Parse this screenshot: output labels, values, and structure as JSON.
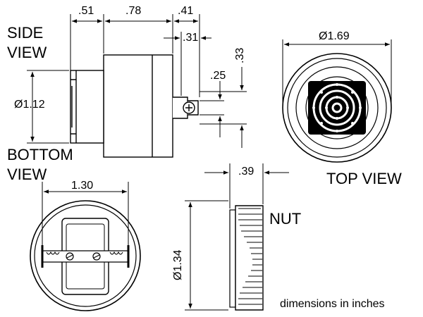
{
  "views": {
    "side": "SIDE\nVIEW",
    "side_l1": "SIDE",
    "side_l2": "VIEW",
    "bottom_l1": "BOTTOM",
    "bottom_l2": "VIEW",
    "top": "TOP VIEW",
    "nut": "NUT"
  },
  "dimensions": {
    "d51": ".51",
    "d78": ".78",
    "d41": ".41",
    "d31": ".31",
    "d33": ".33",
    "d25": ".25",
    "dia112": "Ø1.12",
    "dia169": "Ø1.69",
    "d130": "1.30",
    "d39": ".39",
    "dia134": "Ø1.34"
  },
  "footnote": "dimensions in inches",
  "colors": {
    "ink": "#000000",
    "paper": "#ffffff"
  }
}
